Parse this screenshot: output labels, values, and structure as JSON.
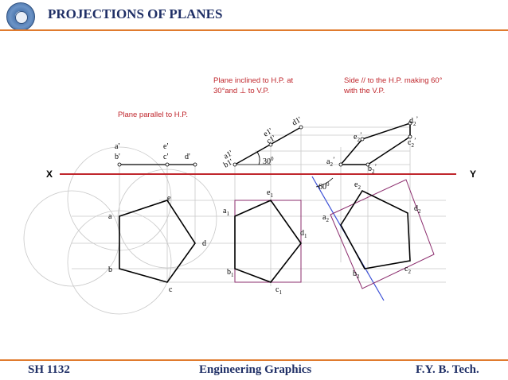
{
  "header": {
    "title": "PROJECTIONS OF PLANES",
    "logo_icon": "college-seal-icon"
  },
  "footer": {
    "left": "SH 1132",
    "center": "Engineering Graphics",
    "right": "F.Y.  B. Tech."
  },
  "colors": {
    "title": "#1f2f66",
    "rule": "#e07b2e",
    "xy_line": "#c0272d",
    "caption": "#c0272d",
    "view_line": "#000000",
    "construction": "#bbbbbb",
    "box_rect": "#8b2c6d",
    "trace_line": "#3b4fd6"
  },
  "diagram": {
    "axis": {
      "x_label": "X",
      "y_label": "Y"
    },
    "captions": {
      "step1": "Plane parallel to H.P.",
      "step2_line1": "Plane inclined to H.P. at",
      "step2_line2": "30°and ⊥ to V.P.",
      "step3_line1": "Side // to the H.P. making 60°",
      "step3_line2": "with the V.P."
    },
    "step1_labels": {
      "a_front": "a'",
      "b_front": "b'",
      "e_front": "e'",
      "c_front": "c'",
      "d_front": "d'",
      "a": "a",
      "b": "b",
      "c": "c",
      "d": "d",
      "e": "e"
    },
    "step2_labels": {
      "a1_front": "a1'",
      "b1_front": "b1'",
      "e1_front": "e1'",
      "c1_front": "c1'",
      "d1_front": "d1'",
      "a1": "a",
      "b1": "b",
      "c1": "c",
      "d1": "d",
      "e1": "e",
      "angle": "30"
    },
    "step3_labels": {
      "a2_front": "a",
      "b2_front": "b",
      "c2_front": "c",
      "d2_front": "d",
      "e2_front": "e",
      "a2": "a",
      "b2": "b",
      "c2": "c",
      "d2": "d",
      "e2": "e",
      "angle": "60"
    },
    "subscripts": {
      "one": "1",
      "two": "2"
    },
    "units": {
      "degree": "0",
      "prime": "’"
    }
  }
}
